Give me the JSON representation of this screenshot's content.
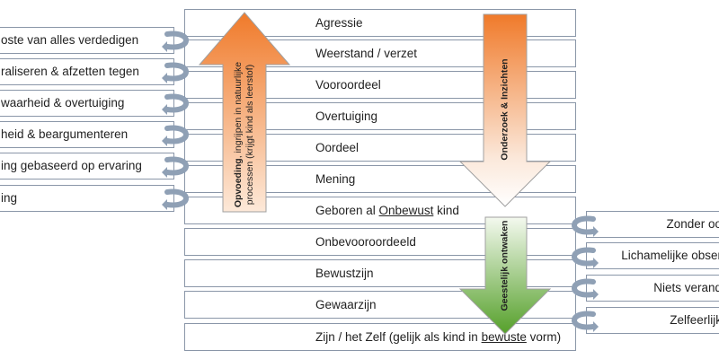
{
  "center_rows": [
    {
      "text": "Agressie"
    },
    {
      "text": "Weerstand / verzet"
    },
    {
      "text": "Vooroordeel"
    },
    {
      "text": "Overtuiging"
    },
    {
      "text": "Oordeel"
    },
    {
      "text": "Mening"
    },
    {
      "parts": [
        "Geboren al ",
        "Onbewust",
        " kind"
      ]
    },
    {
      "text": "Onbevooroordeeld"
    },
    {
      "text": "Bewustzijn"
    },
    {
      "text": "Gewaarzijn"
    },
    {
      "parts": [
        "Zijn / het Zelf (gelijk als kind in ",
        "bewuste",
        " vorm)"
      ]
    }
  ],
  "left_boxes": [
    "oste van alles verdedigen",
    "raliseren & afzetten tegen",
    "waarheid & overtuiging",
    "heid & beargumenteren",
    "ing gebaseerd op ervaring",
    "ing"
  ],
  "right_boxes": [
    "Zonder oo",
    "Lichamelijke obser",
    "Niets verand",
    "Zelfeerlijk"
  ],
  "arrows": {
    "upward": {
      "bold": "Opvoeding",
      "rest": ", ingrijpen in natuurlijke",
      "line2": "processen (krijgt kind als leerstof)",
      "color_top": "#f07a2a",
      "color_bottom": "#fbe3cf"
    },
    "downward_top": {
      "label": "Onderzoek & Inzichten",
      "color_top": "#f07a2a",
      "color_bottom": "#fbe8da"
    },
    "downward_bottom": {
      "label": "Geestelijk ontwaken",
      "color_top": "#e8f3df",
      "color_bottom": "#5aa02c"
    }
  },
  "colors": {
    "border": "#8a96a8",
    "curl": "#8fa0b5"
  }
}
